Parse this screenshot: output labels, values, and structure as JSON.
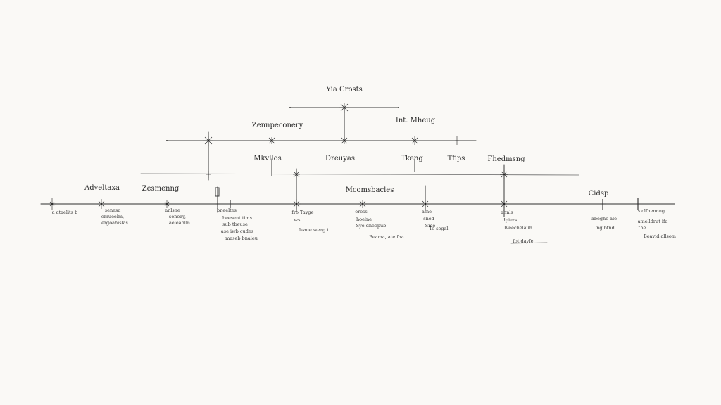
{
  "top": {
    "title": "Yia Crosts",
    "mid_left": "Zennpeconery",
    "mid_right": "Int. Mheug"
  },
  "tier2": {
    "labels": [
      "Mkvllos",
      "Dreuyas",
      "Tkeng",
      "Tfips",
      "Fhedmsng"
    ]
  },
  "tier3": {
    "labels": [
      "Adveltaxa",
      "Zesmenng",
      "Mcomsbacles",
      "Cidsp"
    ]
  },
  "notes": {
    "n0": [
      "a ataelits b"
    ],
    "n1": [
      "senesa",
      "emueeim,",
      "ergoahislas"
    ],
    "n2": [
      "anlsne",
      "seneay,",
      "aeleablm"
    ],
    "n3": [
      "bneeltes",
      "beesent tims",
      "sub tbeuse",
      "ase iwb cudes",
      "maseb bnaleu"
    ],
    "n4": [
      "fro Tayge",
      "ws",
      "leaue weag t"
    ],
    "n5": [
      "eress",
      "hoelne",
      "Sye dneopub",
      "Beama, ate fna."
    ],
    "n6": [
      "alne",
      "sned",
      "Sme",
      "To segal."
    ],
    "n7": [
      "ahnls",
      "dpiers",
      "Iveechelaun",
      "fot dayfe"
    ],
    "n8": [
      "abeghe ale",
      "ng btnd"
    ],
    "n9": [
      "s clfhennng",
      "amelldrut ifa",
      "the",
      "Beavid allsom"
    ]
  }
}
